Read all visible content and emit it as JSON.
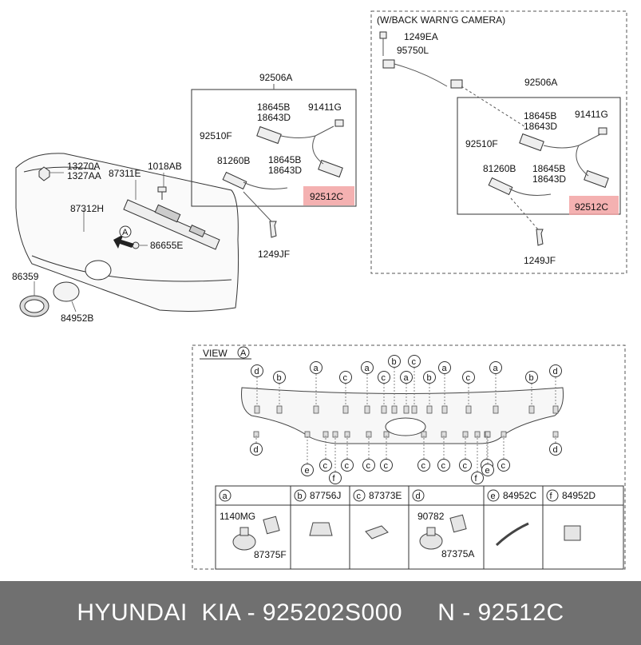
{
  "main_assembly": {
    "parts": {
      "p13270A": "13270A",
      "p1327AA": "1327AA",
      "p87311E": "87311E",
      "p1018AB": "1018AB",
      "p87312H": "87312H",
      "p86655E": "86655E",
      "p86359": "86359",
      "p84952B": "84952B",
      "p1249JF": "1249JF"
    },
    "view_marker": "A"
  },
  "license_lamp_box": {
    "parts": {
      "p92506A": "92506A",
      "p18645B": "18645B",
      "p18643D": "18643D",
      "p91411G": "91411G",
      "p92510F": "92510F",
      "p81260B": "81260B",
      "p18645B_2": "18645B",
      "p18643D_2": "18643D",
      "p92512C": "92512C"
    }
  },
  "camera_box": {
    "title": "(W/BACK WARN'G CAMERA)",
    "parts": {
      "p1249EA": "1249EA",
      "p95750L": "95750L",
      "p92506A": "92506A",
      "p18645B": "18645B",
      "p18643D": "18643D",
      "p91411G": "91411G",
      "p92510F": "92510F",
      "p81260B": "81260B",
      "p18645B_2": "18645B",
      "p18643D_2": "18643D",
      "p92512C": "92512C",
      "p1249JF": "1249JF"
    }
  },
  "view_a": {
    "title": "VIEW",
    "marker": "A",
    "top_callouts": [
      "d",
      "b",
      "a",
      "c",
      "a",
      "c",
      "a",
      "b",
      "b",
      "c",
      "a",
      "c",
      "a",
      "b",
      "d"
    ],
    "bottom_callouts": [
      "d",
      "e",
      "c",
      "f",
      "c",
      "c",
      "c",
      "c",
      "c",
      "c",
      "c",
      "f",
      "c",
      "e",
      "d"
    ],
    "legend": [
      {
        "letter": "a",
        "parts": [
          "1140MG",
          "87375F"
        ]
      },
      {
        "letter": "b",
        "parts": [
          "87756J"
        ]
      },
      {
        "letter": "c",
        "parts": [
          "87373E"
        ]
      },
      {
        "letter": "d",
        "parts": [
          "90782",
          "87375A"
        ]
      },
      {
        "letter": "e",
        "parts": [
          "84952C"
        ]
      },
      {
        "letter": "f",
        "parts": [
          "84952D"
        ]
      }
    ]
  },
  "colors": {
    "highlight": "#f2a3a3",
    "footer_bg": "#707070",
    "footer_text": "#ffffff"
  },
  "footer": {
    "text": "HYUNDAI  KIA - 925202S000     N - 92512C"
  }
}
